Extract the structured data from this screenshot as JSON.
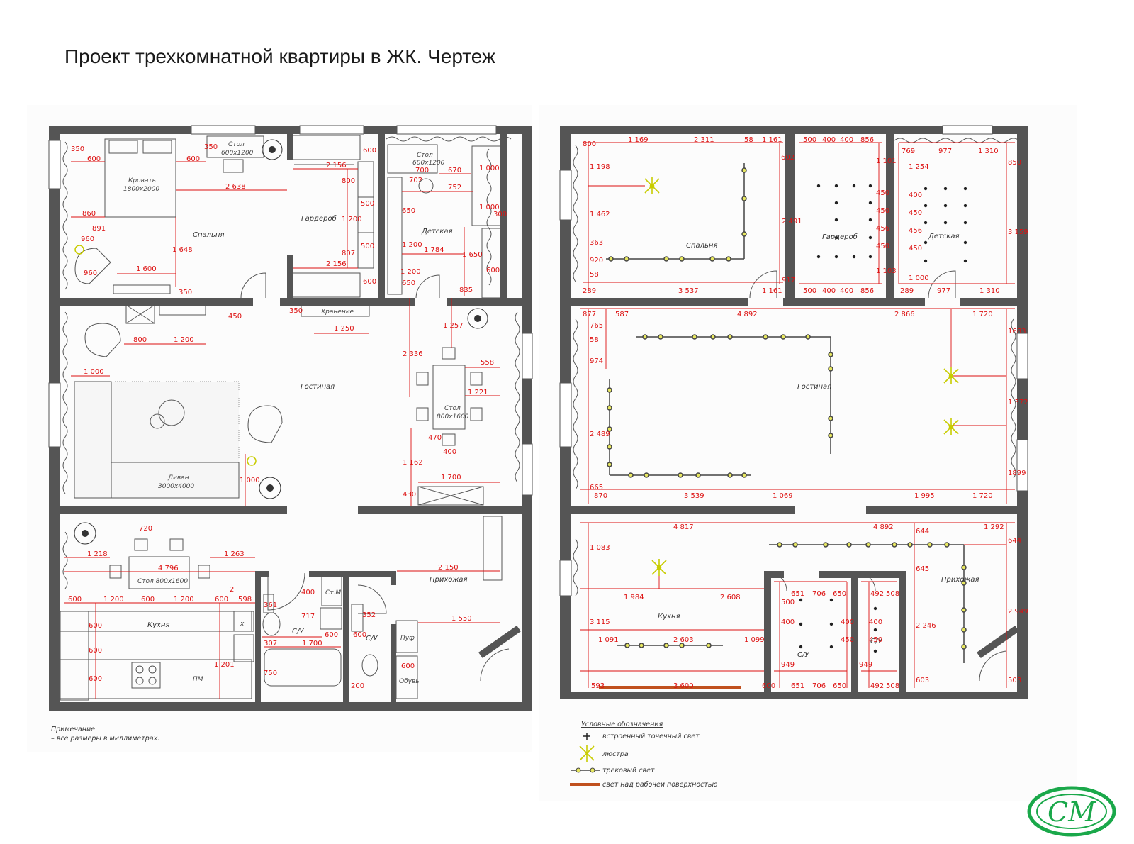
{
  "title": "Проект трехкомнатной квартиры в ЖК. Чертеж",
  "colors": {
    "wall": "#555555",
    "dimension": "#dd1111",
    "lamp": "#c8cc00",
    "work_light": "#c0501e",
    "logo": "#1aa84a"
  },
  "left_plan": {
    "rooms": {
      "bedroom": "Спальня",
      "wardrobe": "Гардероб",
      "kids": "Детская",
      "living": "Гостиная",
      "kitchen": "Кухня",
      "hall": "Прихожая",
      "bath1": "С/У",
      "bath2": "С/У"
    },
    "furniture": {
      "bed": "Кровать",
      "bed_size": "1800х2000",
      "desk1": "Стол",
      "desk1_size": "600х1200",
      "desk2": "Стол",
      "desk2_size": "600х1200",
      "storage": "Хранение",
      "dining": "Стол",
      "dining_size": "800х1600",
      "sofa": "Диван",
      "sofa_size": "3000х4000",
      "kitchen_table": "Стол 800х1600",
      "washer": "Ст.М.",
      "dishwasher": "ПМ",
      "pouf": "Пуф",
      "shoes": "Обувь"
    },
    "dims": {
      "d600a": "600",
      "d600b": "600",
      "d350a": "350",
      "d350b": "350",
      "d2638": "2 638",
      "d860": "860",
      "d891": "891",
      "d960a": "960",
      "d960b": "960",
      "d1648": "1 648",
      "d1600": "1 600",
      "d350c": "350",
      "d2156a": "2 156",
      "d2156b": "2 156",
      "d800": "800",
      "d1200a": "1 200",
      "d807": "807",
      "d500a": "500",
      "d500b": "500",
      "d600c": "600",
      "d600d": "600",
      "d650a": "650",
      "d650b": "650",
      "d1200b": "1 200",
      "d1784": "1 784",
      "d700": "700",
      "d670": "670",
      "d752": "752",
      "d1000a": "1 000",
      "d1000b": "1 000",
      "d300": "300",
      "d1650": "1 650",
      "d600e": "600",
      "d835": "835",
      "d702": "702",
      "d450": "450",
      "d800b": "800",
      "d1200c": "1 200",
      "d350d": "350",
      "d1250": "1 250",
      "d1257": "1 257",
      "d2336": "2 336",
      "d558": "558",
      "d1221": "1 221",
      "d1000c": "1 000",
      "d1000d": "1 000",
      "d470": "470",
      "d400a": "400",
      "d1162": "1 162",
      "d1700a": "1 700",
      "d430": "430",
      "d720": "720",
      "d1218": "1 218",
      "d1263": "1 263",
      "d4796": "4 796",
      "d2": "2",
      "d600f": "600",
      "d1200d": "1 200",
      "d600g": "600",
      "d1200e": "1 200",
      "d600h": "600",
      "d598": "598",
      "d600i": "600",
      "d600j": "600",
      "d600k": "600",
      "d1201": "1 201",
      "d2150": "2 150",
      "d1550": "1 550",
      "d400b": "400",
      "d361": "361",
      "d717": "717",
      "d307": "307",
      "d1700b": "1 700",
      "d750": "750",
      "d600l": "600",
      "d600m": "600",
      "d352": "352",
      "d200": "200",
      "d600n": "600",
      "d1200f": "1 200"
    },
    "note_title": "Примечание",
    "note_text": "– все размеры в миллиметрах."
  },
  "right_plan": {
    "rooms": {
      "bedroom": "Спальня",
      "wardrobe": "Гардероб",
      "kids": "Детская",
      "living": "Гостиная",
      "kitchen": "Кухня",
      "hall": "Прихожая",
      "bath1": "С/У",
      "bath2": "С/У"
    },
    "dims": {
      "r800": "800",
      "r1169": "1 169",
      "r2311": "2 311",
      "r58": "58",
      "r1161a": "1 161",
      "r602": "602",
      "r1198": "1 198",
      "r1462": "1 462",
      "r363": "363",
      "r920": "920",
      "r58b": "58",
      "r2491": "2 491",
      "r917": "917",
      "r289": "289",
      "r3537": "3 537",
      "r1161b": "1 161",
      "r500a": "500",
      "r400a": "400",
      "r400b": "400",
      "r856a": "856",
      "r1101": "1 101",
      "r450a": "450",
      "r450b": "450",
      "r456": "456",
      "r450c": "450",
      "r1103": "1 103",
      "r500b": "500",
      "r400c": "400",
      "r400d": "400",
      "r856b": "856",
      "r769": "769",
      "r977a": "977",
      "r1310a": "1 310",
      "r850": "850",
      "r1254": "1 254",
      "r400e": "400",
      "r450d": "450",
      "r456b": "456",
      "r450e": "450",
      "r1000": "1 000",
      "r3159": "3 159",
      "r289b": "289",
      "r977b": "977",
      "r1310b": "1 310",
      "r877": "877",
      "r587": "587",
      "r4892a": "4 892",
      "r2866": "2 866",
      "r1720a": "1 720",
      "r765": "765",
      "r58c": "58",
      "r974": "974",
      "r2489": "2 489",
      "r665": "665",
      "r1683": "1683",
      "r1372": "1 372",
      "r1899": "1899",
      "r870": "870",
      "r3539": "3 539",
      "r1069": "1 069",
      "r1995": "1 995",
      "r1720b": "1 720",
      "r4817": "4 817",
      "r4892b": "4 892",
      "r644a": "644",
      "r1292": "1 292",
      "r644b": "644",
      "r1083": "1 083",
      "r645": "645",
      "r2246": "2 246",
      "r2949": "2 949",
      "r1984": "1 984",
      "r2608": "2 608",
      "r3115": "3 115",
      "r1091": "1 091",
      "r2603": "2 603",
      "r1099": "1 099",
      "r593": "593",
      "r3600": "3 600",
      "r600a": "600",
      "r603a": "603",
      "r503": "503",
      "r651a": "651",
      "r706a": "706",
      "r650a": "650",
      "r500c": "500",
      "r400f": "400",
      "r949a": "949",
      "r450f": "450",
      "r400g": "400",
      "r651b": "651",
      "r706b": "706",
      "r650b": "650",
      "r492a": "492",
      "r508a": "508",
      "r400h": "400",
      "r450g": "450",
      "r949b": "949",
      "r492b": "492",
      "r508b": "508"
    }
  },
  "legend": {
    "title": "Условные обозначения",
    "items": [
      {
        "icon": "spot-light-icon",
        "label": "встроенный точечный свет"
      },
      {
        "icon": "chandelier-icon",
        "label": "люстра"
      },
      {
        "icon": "track-light-icon",
        "label": "трековый свет"
      },
      {
        "icon": "work-surface-light-icon",
        "label": "свет над рабочей поверхностью"
      }
    ]
  },
  "logo": {
    "text": "СМ"
  }
}
